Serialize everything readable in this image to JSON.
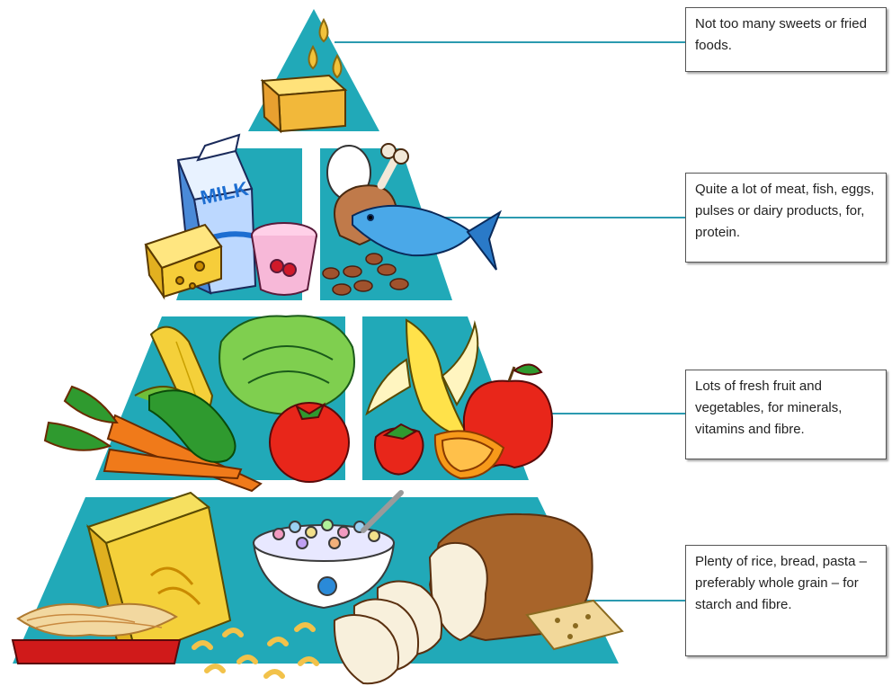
{
  "colors": {
    "tier": "#21a9b8",
    "connector": "#2b9ab0",
    "box_border": "#555555"
  },
  "callouts": [
    {
      "text": "Not too many sweets or fried foods."
    },
    {
      "text": "Quite a lot of meat, fish, eggs, pulses or dairy products, for, protein."
    },
    {
      "text": "Lots of fresh fruit and vegetables, for minerals, vitamins and fibre."
    },
    {
      "text": "Plenty of rice, bread, pasta – preferably whole grain – for starch and fibre."
    }
  ],
  "illustrations": {
    "milk_carton_label": "MILK",
    "icons": [
      "oil-drops-icon",
      "butter-icon",
      "milk-carton-icon",
      "cheese-icon",
      "yogurt-icon",
      "egg-icon",
      "drumstick-icon",
      "fish-icon",
      "beans-icon",
      "corn-icon",
      "carrot-icon",
      "lettuce-icon",
      "pepper-icon",
      "tomato-icon",
      "banana-icon",
      "apple-icon",
      "strawberry-icon",
      "orange-slice-icon",
      "cereal-box-icon",
      "cereal-bowl-icon",
      "bread-icon",
      "pasta-icon",
      "cracker-icon"
    ]
  }
}
